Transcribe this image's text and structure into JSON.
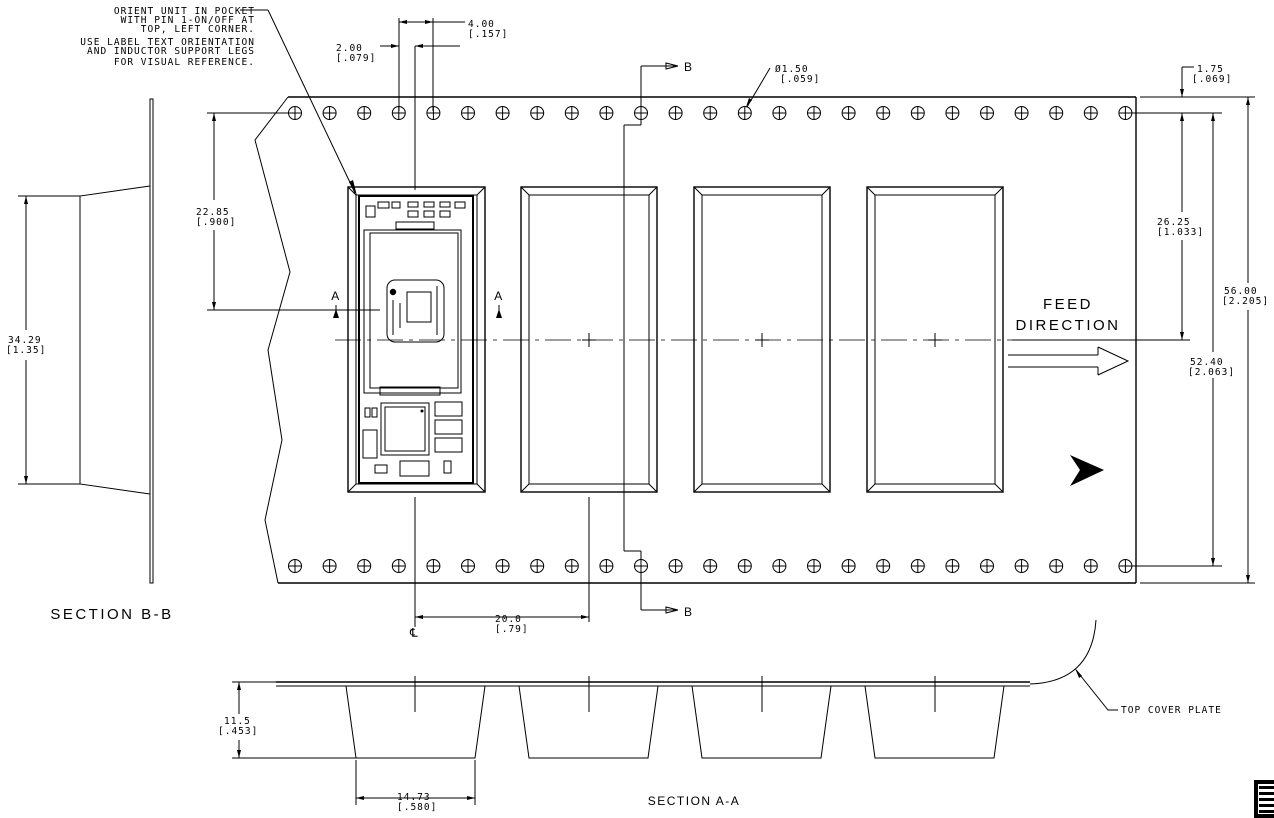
{
  "notes": {
    "orient": [
      "ORIENT UNIT IN POCKET",
      "WITH PIN 1-ON/OFF AT",
      "TOP, LEFT CORNER.",
      "USE LABEL TEXT ORIENTATION",
      "AND INDUCTOR SUPPORT LEGS",
      "FOR VISUAL REFERENCE."
    ],
    "cover": "TOP COVER PLATE"
  },
  "dimensions": {
    "pitch_4": [
      "4.00",
      "[.157]"
    ],
    "hole_2": [
      "2.00",
      "[.079]"
    ],
    "hole_dia": [
      "Ø1.50",
      "[.059]"
    ],
    "edge_175": [
      "1.75",
      "[.069]"
    ],
    "d_2285": [
      "22.85",
      "[.900]"
    ],
    "d_2625": [
      "26.25",
      "[1.033]"
    ],
    "d_5600": [
      "56.00",
      "[2.205]"
    ],
    "d_5240": [
      "52.40",
      "[2.063]"
    ],
    "d_3429": [
      "34.29",
      "[1.35]"
    ],
    "d_200": [
      "20.0",
      "[.79]"
    ],
    "d_115": [
      "11.5",
      "[.453]"
    ],
    "d_1473": [
      "14.73",
      "[.580]"
    ]
  },
  "labels": {
    "feed": [
      "FEED",
      "DIRECTION"
    ],
    "section_bb": "SECTION B-B",
    "section_aa": "SECTION A-A",
    "b": "B",
    "a": "A",
    "centerline": "℄"
  }
}
